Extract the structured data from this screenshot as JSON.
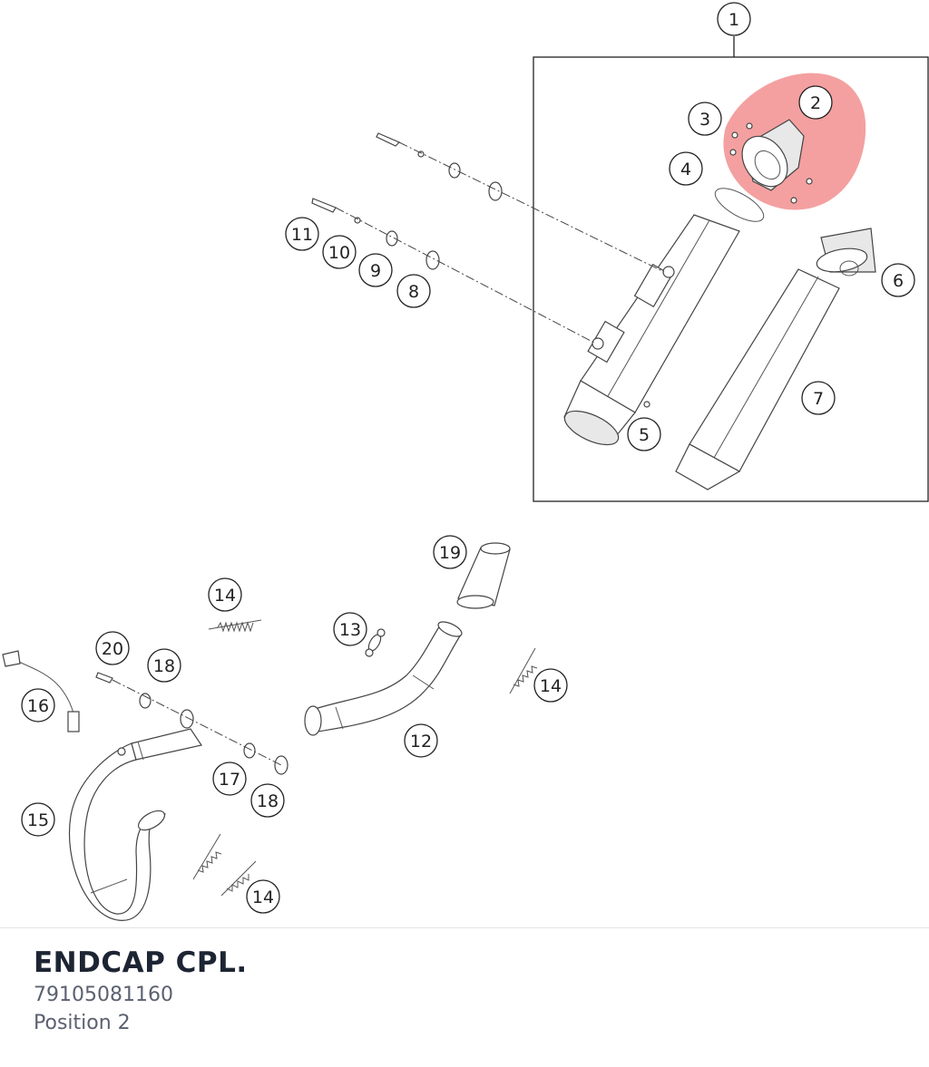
{
  "diagram": {
    "highlight_color": "#f08080",
    "labels": [
      {
        "text": "1"
      },
      {
        "text": "2"
      },
      {
        "text": "3"
      },
      {
        "text": "4"
      },
      {
        "text": "5"
      },
      {
        "text": "6"
      },
      {
        "text": "7"
      },
      {
        "text": "8"
      },
      {
        "text": "9"
      },
      {
        "text": "10"
      },
      {
        "text": "11"
      },
      {
        "text": "19"
      },
      {
        "text": "14"
      },
      {
        "text": "13"
      },
      {
        "text": "20"
      },
      {
        "text": "18"
      },
      {
        "text": "16"
      },
      {
        "text": "14"
      },
      {
        "text": "12"
      },
      {
        "text": "17"
      },
      {
        "text": "18"
      },
      {
        "text": "15"
      },
      {
        "text": "14"
      }
    ]
  },
  "part": {
    "title": "ENDCAP CPL.",
    "number": "79105081160",
    "position": "Position 2"
  }
}
